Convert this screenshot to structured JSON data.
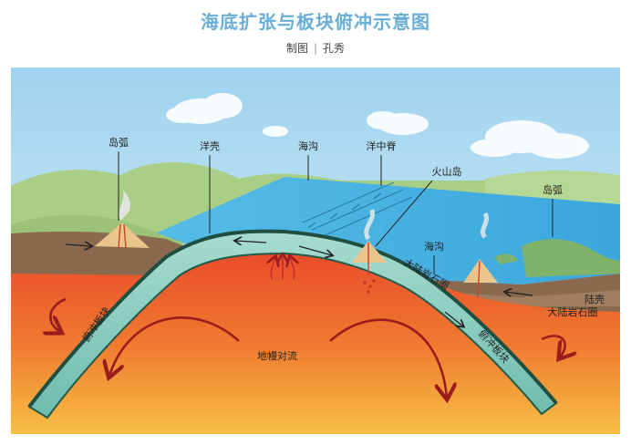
{
  "title": "海底扩张与板块俯冲示意图",
  "credit": {
    "label": "制图",
    "separator": "|",
    "author": "孔秀"
  },
  "labels": {
    "island_arc_left": "岛弧",
    "oceanic_crust": "洋壳",
    "trench_top": "海沟",
    "mid_ocean_ridge": "洋中脊",
    "volcanic_island": "火山岛",
    "island_arc_right": "岛弧",
    "trench_right": "海沟",
    "continental_lithosphere_mid": "大陆岩石圈",
    "continental_crust": "陆壳",
    "continental_lithosphere_right": "大陆岩石圈",
    "subducting_plate_left": "俯冲板块",
    "subducting_plate_right": "俯冲板块",
    "mantle_convection": "地幔对流"
  },
  "colors": {
    "title": "#6aaed6",
    "sky": "#bfe3f2",
    "ocean": "#4fb6e3",
    "plate": "#8fd0c4",
    "plate_edge": "#1f5a4a",
    "mantle_top": "#e8502a",
    "mantle_bottom": "#f5b43c",
    "land": "#9cc27a",
    "continental_crust": "#8a6a4e"
  }
}
